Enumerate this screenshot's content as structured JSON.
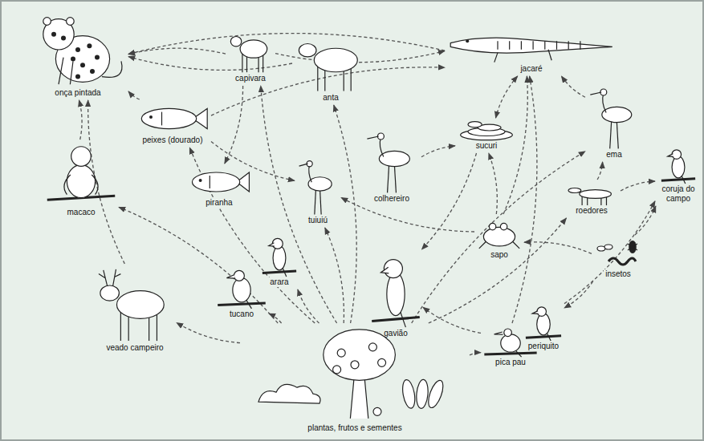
{
  "diagram": {
    "nodes": [
      {
        "text": [
          "onça pintada"
        ]
      },
      {
        "text": [
          "capivara"
        ]
      },
      {
        "text": [
          "anta"
        ]
      },
      {
        "text": [
          "jacaré"
        ]
      },
      {
        "text": [
          "peixes (dourado)"
        ]
      },
      {
        "text": [
          "macaco"
        ]
      },
      {
        "text": [
          "piranha"
        ]
      },
      {
        "text": [
          "tuiuiú"
        ]
      },
      {
        "text": [
          "colhereiro"
        ]
      },
      {
        "text": [
          "sucuri"
        ]
      },
      {
        "text": [
          "ema"
        ]
      },
      {
        "text": [
          "roedores"
        ]
      },
      {
        "text": [
          "coruja do campo"
        ]
      },
      {
        "text": [
          "sapo"
        ]
      },
      {
        "text": [
          "insetos"
        ]
      },
      {
        "text": [
          "arara"
        ]
      },
      {
        "text": [
          "tucano"
        ]
      },
      {
        "text": [
          "gavião"
        ]
      },
      {
        "text": [
          "veado campeiro"
        ]
      },
      {
        "text": [
          "pica pau"
        ]
      },
      {
        "text": [
          "periquito"
        ]
      },
      {
        "text": [
          "plantas, frutos e sementes"
        ]
      }
    ],
    "edges": [
      {
        "from": 1,
        "to": 0,
        "arrow": "to"
      },
      {
        "from": 2,
        "to": 0,
        "arrow": "to"
      },
      {
        "from": 3,
        "to": 0,
        "arrow": "to"
      },
      {
        "from": 4,
        "to": 0,
        "arrow": "to"
      },
      {
        "from": 5,
        "to": 0,
        "arrow": "to"
      },
      {
        "from": 18,
        "to": 0,
        "arrow": "to"
      },
      {
        "from": 1,
        "to": 3,
        "arrow": "to"
      },
      {
        "from": 4,
        "to": 3,
        "arrow": "to"
      },
      {
        "from": 4,
        "to": 7,
        "arrow": "to"
      },
      {
        "from": 1,
        "to": 6,
        "arrow": "to"
      },
      {
        "from": 3,
        "to": 9,
        "arrow": "both"
      },
      {
        "from": 8,
        "to": 9,
        "arrow": "to"
      },
      {
        "from": 13,
        "to": 9,
        "arrow": "to"
      },
      {
        "from": 13,
        "to": 7,
        "arrow": "to"
      },
      {
        "from": 13,
        "to": 3,
        "arrow": "to"
      },
      {
        "from": 9,
        "to": 17,
        "arrow": "to"
      },
      {
        "from": 14,
        "to": 13,
        "arrow": "to"
      },
      {
        "from": 14,
        "to": 20,
        "arrow": "to"
      },
      {
        "from": 14,
        "to": 12,
        "arrow": "to"
      },
      {
        "from": 11,
        "to": 12,
        "arrow": "to"
      },
      {
        "from": 11,
        "to": 10,
        "arrow": "to"
      },
      {
        "from": 10,
        "to": 3,
        "arrow": "to"
      },
      {
        "from": 20,
        "to": 12,
        "arrow": "to"
      },
      {
        "from": 19,
        "to": 17,
        "arrow": "to"
      },
      {
        "from": 19,
        "to": 3,
        "arrow": "to"
      },
      {
        "from": 21,
        "to": 1,
        "arrow": "to"
      },
      {
        "from": 21,
        "to": 2,
        "arrow": "to"
      },
      {
        "from": 21,
        "to": 4,
        "arrow": "to"
      },
      {
        "from": 21,
        "to": 5,
        "arrow": "to"
      },
      {
        "from": 21,
        "to": 18,
        "arrow": "to"
      },
      {
        "from": 21,
        "to": 16,
        "arrow": "to"
      },
      {
        "from": 21,
        "to": 15,
        "arrow": "to"
      },
      {
        "from": 21,
        "to": 7,
        "arrow": "to"
      },
      {
        "from": 21,
        "to": 19,
        "arrow": "to"
      },
      {
        "from": 21,
        "to": 11,
        "arrow": "to"
      },
      {
        "from": 21,
        "to": 10,
        "arrow": "to"
      }
    ]
  }
}
